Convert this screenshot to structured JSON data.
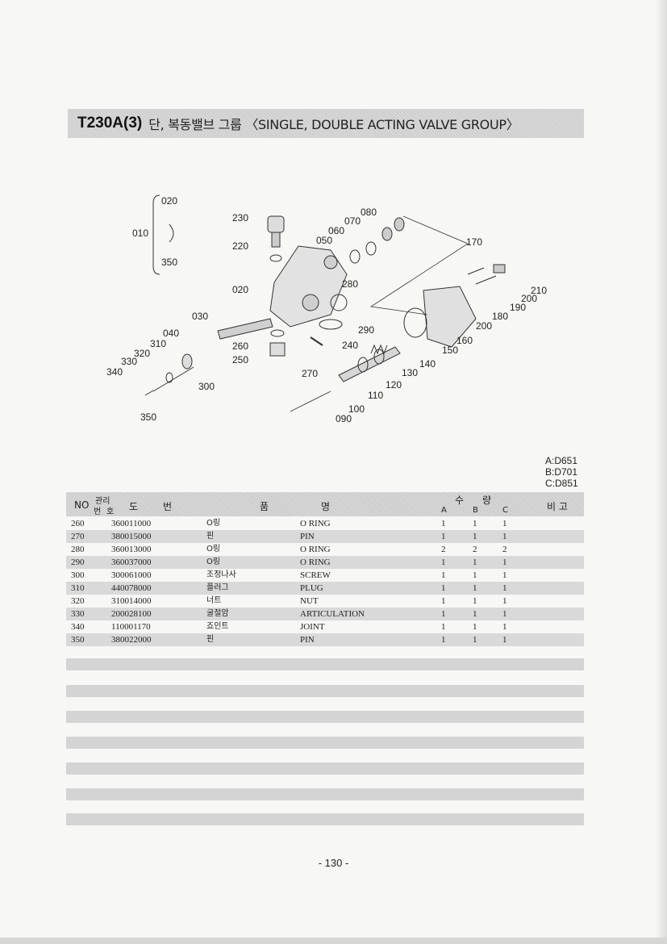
{
  "title": {
    "code": "T230A(3)",
    "text": "단, 복동밸브 그룹 〈SINGLE, DOUBLE ACTING VALVE GROUP〉"
  },
  "diagram": {
    "labels": [
      "020",
      "010",
      "350",
      "230",
      "220",
      "080",
      "070",
      "060",
      "050",
      "170",
      "020",
      "280",
      "210",
      "200",
      "190",
      "180",
      "200",
      "030",
      "290",
      "160",
      "040",
      "260",
      "240",
      "150",
      "310",
      "140",
      "320",
      "250",
      "330",
      "130",
      "340",
      "270",
      "120",
      "300",
      "110",
      "350",
      "100",
      "090"
    ]
  },
  "models": [
    "A:D651",
    "B:D701",
    "C:D851"
  ],
  "table": {
    "headers": {
      "no": "NO",
      "mgmt_top": "관리",
      "mgmt_left": "번",
      "mgmt_right": "호",
      "drawing_1": "도",
      "drawing_2": "번",
      "name_1": "품",
      "name_2": "명",
      "qty_1": "수",
      "qty_2": "량",
      "col_a": "A",
      "col_b": "B",
      "col_c": "C",
      "remarks": "비 고"
    },
    "rows": [
      {
        "no": "260",
        "part": "360011000",
        "kor": "O링",
        "eng": "O RING",
        "a": "1",
        "b": "1",
        "c": "1"
      },
      {
        "no": "270",
        "part": "380015000",
        "kor": "핀",
        "eng": "PIN",
        "a": "1",
        "b": "1",
        "c": "1"
      },
      {
        "no": "280",
        "part": "360013000",
        "kor": "O링",
        "eng": "O RING",
        "a": "2",
        "b": "2",
        "c": "2"
      },
      {
        "no": "290",
        "part": "360037000",
        "kor": "O링",
        "eng": "O RING",
        "a": "1",
        "b": "1",
        "c": "1"
      },
      {
        "no": "300",
        "part": "300061000",
        "kor": "조정나사",
        "eng": "SCREW",
        "a": "1",
        "b": "1",
        "c": "1"
      },
      {
        "no": "310",
        "part": "440078000",
        "kor": "플러그",
        "eng": "PLUG",
        "a": "1",
        "b": "1",
        "c": "1"
      },
      {
        "no": "320",
        "part": "310014000",
        "kor": "너트",
        "eng": "NUT",
        "a": "1",
        "b": "1",
        "c": "1"
      },
      {
        "no": "330",
        "part": "200028100",
        "kor": "굴절암",
        "eng": "ARTICULATION",
        "a": "1",
        "b": "1",
        "c": "1"
      },
      {
        "no": "340",
        "part": "110001170",
        "kor": "죠인트",
        "eng": "JOINT",
        "a": "1",
        "b": "1",
        "c": "1"
      },
      {
        "no": "350",
        "part": "380022000",
        "kor": "핀",
        "eng": "PIN",
        "a": "1",
        "b": "1",
        "c": "1"
      }
    ]
  },
  "page_number": "- 130 -"
}
